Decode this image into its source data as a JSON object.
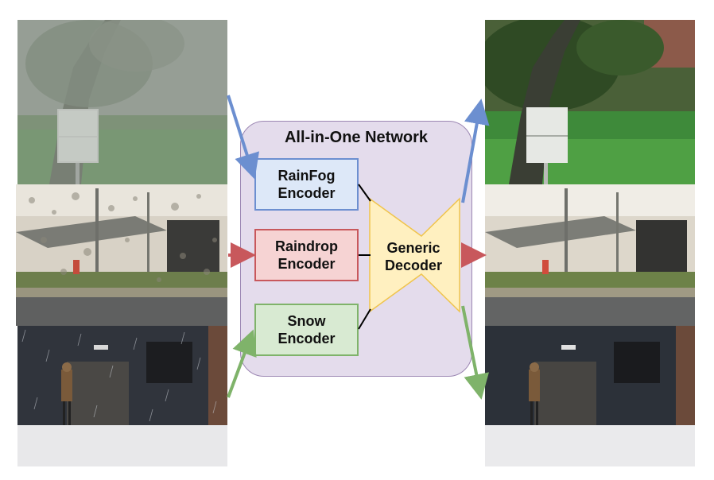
{
  "network": {
    "title": "All-in-One Network"
  },
  "encoders": {
    "rainfog": {
      "line1": "RainFog",
      "line2": "Encoder"
    },
    "raindrop": {
      "line1": "Raindrop",
      "line2": "Encoder"
    },
    "snow": {
      "line1": "Snow",
      "line2": "Encoder"
    }
  },
  "decoder": {
    "line1": "Generic",
    "line2": "Decoder"
  },
  "colors": {
    "rainfog": "#6c8fd0",
    "raindrop": "#c8585c",
    "snow": "#7fb36a",
    "decoder_fill": "#fff0c0",
    "decoder_stroke": "#f0c44c",
    "network_fill": "#e4dcec"
  },
  "images": {
    "input": [
      "foggy-rainy-tree-scene",
      "raindrop-covered-building-scene",
      "snowy-street-wall-scene"
    ],
    "output": [
      "clear-tree-scene",
      "clear-building-scene",
      "clear-street-wall-scene"
    ]
  }
}
